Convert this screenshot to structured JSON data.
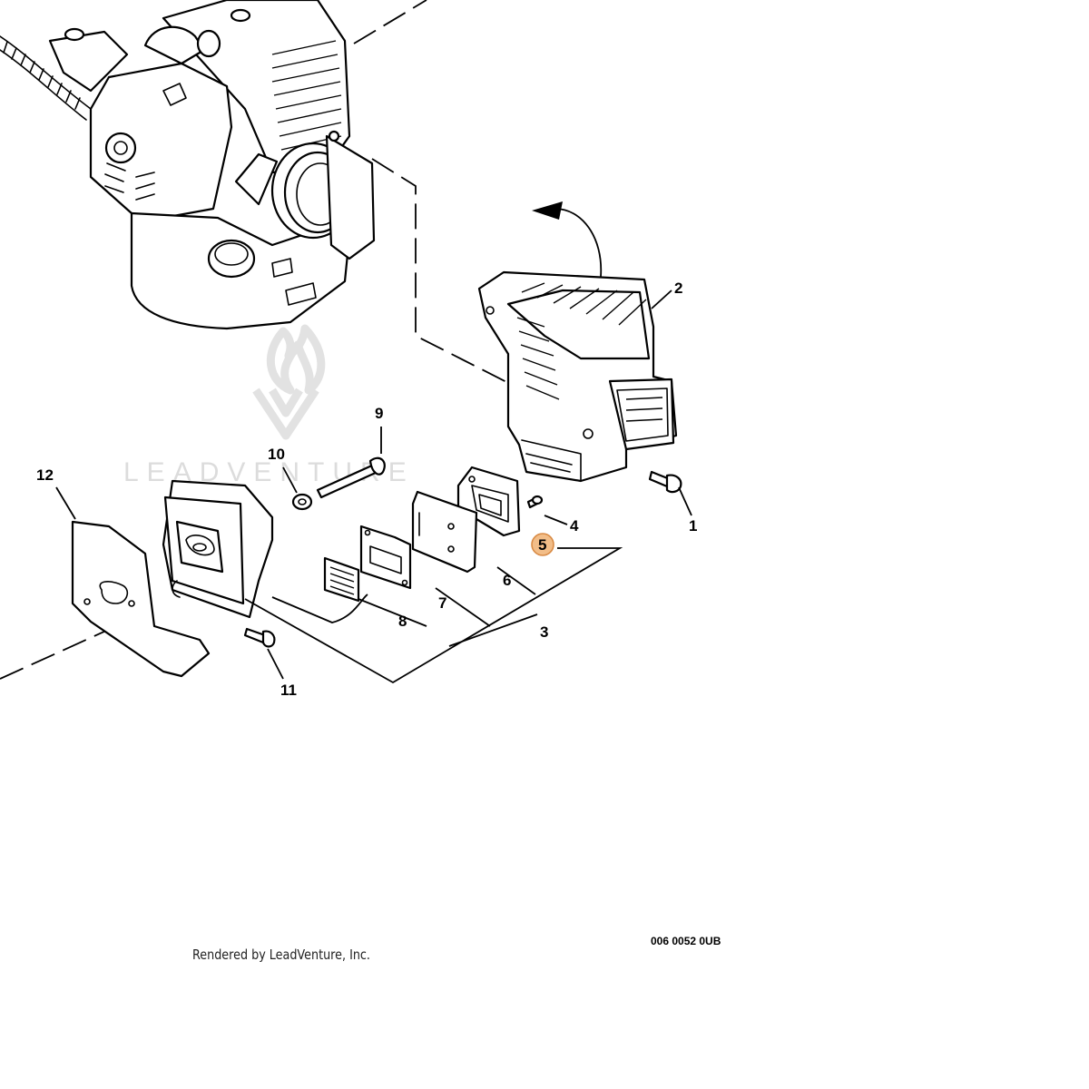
{
  "diagram": {
    "callouts": {
      "c1": "1",
      "c2": "2",
      "c3": "3",
      "c4": "4",
      "c5": "5",
      "c6": "6",
      "c7": "7",
      "c8": "8",
      "c9": "9",
      "c10": "10",
      "c11": "11",
      "c12": "12"
    },
    "highlighted_callout": "5",
    "highlight_color": "#f2bd88",
    "watermark": "LEADVENTURE",
    "render_credit": "Rendered by LeadVenture, Inc.",
    "drawing_number": "006 0052 0UB"
  }
}
